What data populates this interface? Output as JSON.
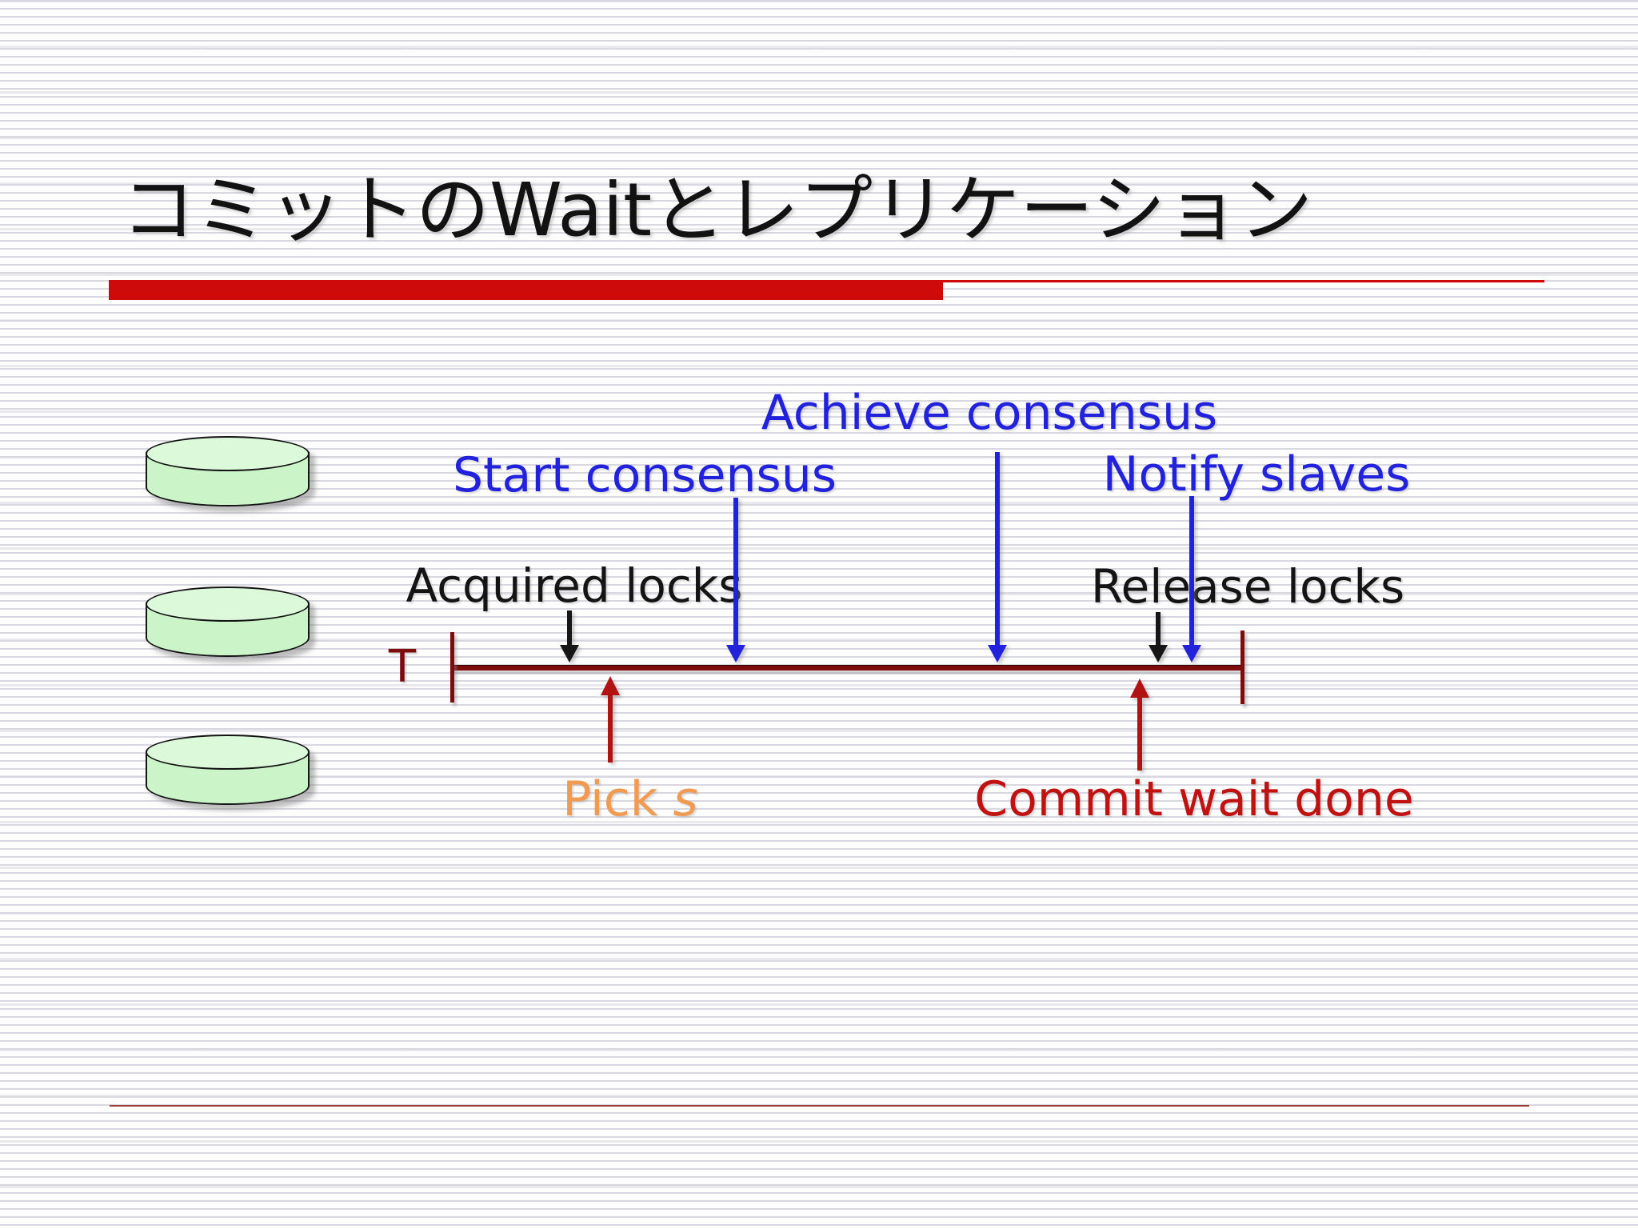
{
  "slide": {
    "title": "コミットのWaitとレプリケーション",
    "colors": {
      "title_text": "#121212",
      "header_rule_red": "#CF0A0A",
      "bottom_rule_red": "#9E3A3A",
      "timeline_maroon": "#7E0C0C",
      "annotation_blue": "#2222DD",
      "annotation_black": "#141414",
      "annotation_orange": "#F09A52",
      "annotation_crimson": "#C11212",
      "cylinder_fill": "#CBF4C8",
      "cylinder_top": "#DCFADA",
      "background_stripe": "#D6D6DE"
    }
  },
  "replicas": {
    "count": 3,
    "icon": "database-cylinder-icon"
  },
  "timeline": {
    "axis_label": "T",
    "events_above": [
      {
        "label": "Start consensus",
        "color": "blue",
        "arrow": "down"
      },
      {
        "label": "Achieve consensus",
        "color": "blue",
        "arrow": "down"
      },
      {
        "label": "Notify slaves",
        "color": "blue",
        "arrow": "down"
      },
      {
        "label": "Acquired locks",
        "color": "black",
        "arrow": "down"
      },
      {
        "label": "Release locks",
        "color": "black",
        "arrow": "down"
      }
    ],
    "events_below": [
      {
        "label_prefix": "Pick ",
        "label_variable": "s",
        "color": "orange",
        "arrow": "up"
      },
      {
        "label": "Commit wait done",
        "color": "crimson",
        "arrow": "up"
      }
    ],
    "labels": {
      "start_consensus": "Start consensus",
      "achieve_consensus": "Achieve consensus",
      "notify_slaves": "Notify slaves",
      "acquired_locks": "Acquired locks",
      "release_locks": "Release locks",
      "pick_prefix": "Pick ",
      "pick_variable": "s",
      "commit_wait_done": "Commit wait done"
    }
  }
}
